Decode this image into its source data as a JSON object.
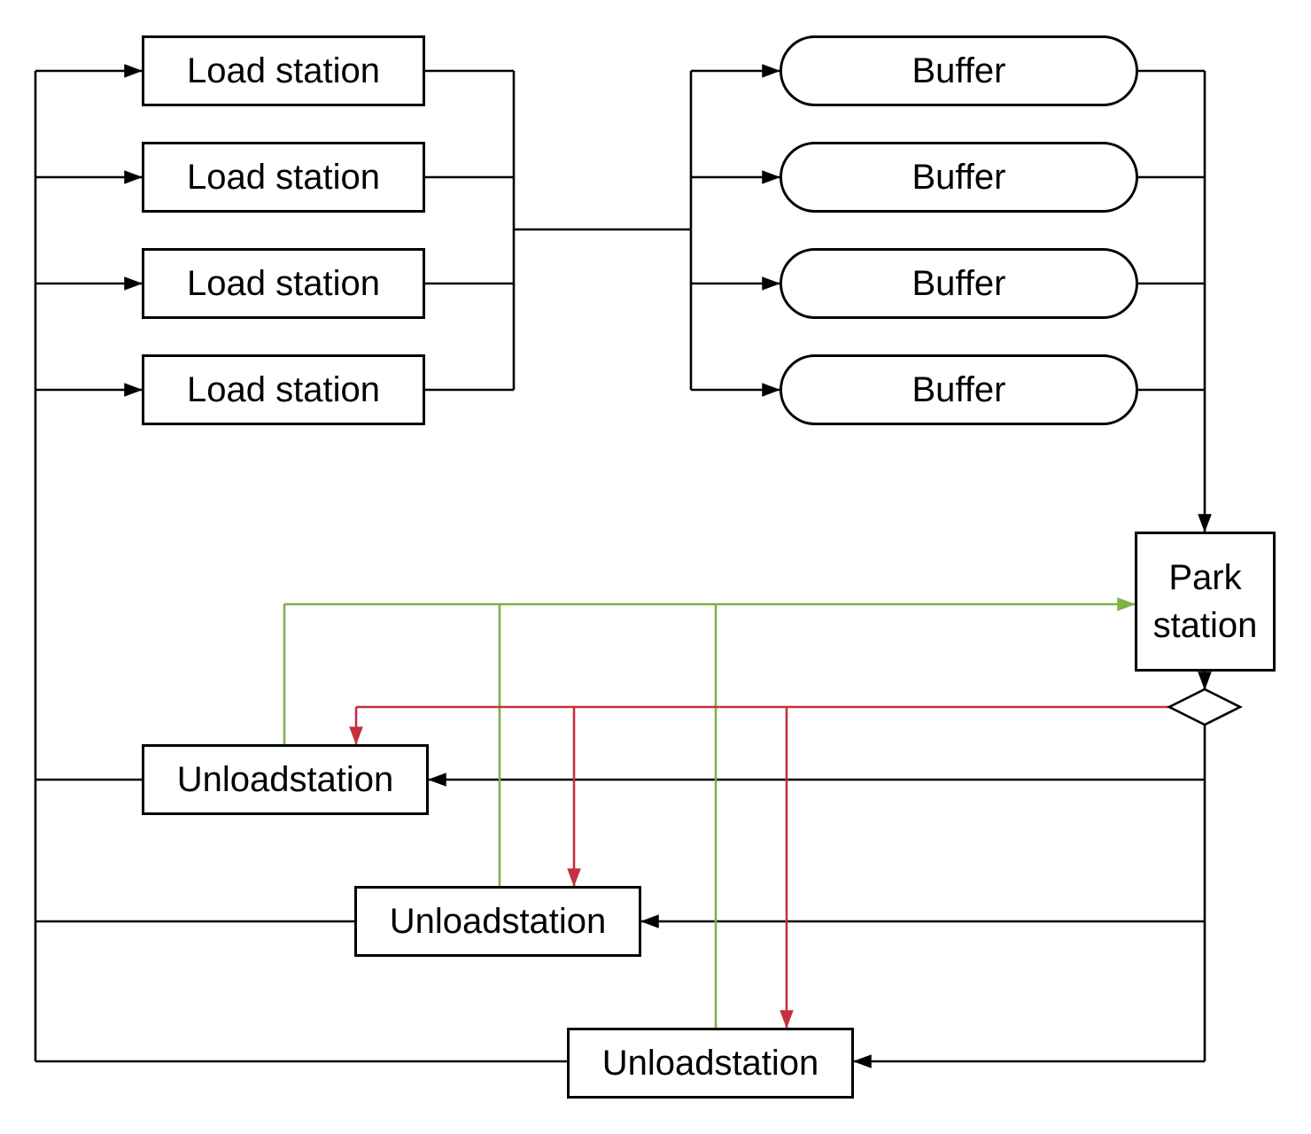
{
  "diagram": {
    "nodes": {
      "load1": {
        "label": "Load station"
      },
      "load2": {
        "label": "Load station"
      },
      "load3": {
        "label": "Load station"
      },
      "load4": {
        "label": "Load station"
      },
      "buffer1": {
        "label": "Buffer"
      },
      "buffer2": {
        "label": "Buffer"
      },
      "buffer3": {
        "label": "Buffer"
      },
      "buffer4": {
        "label": "Buffer"
      },
      "park": {
        "label": "Park station"
      },
      "unload1": {
        "label": "Unloadstation"
      },
      "unload2": {
        "label": "Unloadstation"
      },
      "unload3": {
        "label": "Unloadstation"
      }
    },
    "colors": {
      "line": "#000000",
      "green_flow": "#7cb347",
      "red_flow": "#c5303e",
      "node_fill": "#ffffff"
    },
    "edges": [
      {
        "id": "rail-left-return",
        "path": "Unloadstation (x3) -> left rail -> Load station (x4)",
        "color": "#000000",
        "arrow_into": "Load station"
      },
      {
        "id": "loads-to-buffers",
        "path": "Load station (x4) -> collector -> Buffer (x4)",
        "color": "#000000",
        "arrow_into": "Buffer"
      },
      {
        "id": "buffers-to-park",
        "path": "Buffer (x4) -> right rail -> Park station",
        "color": "#000000",
        "arrow_into": "Park station"
      },
      {
        "id": "park-to-decision",
        "path": "Park station -> decision diamond",
        "color": "#000000",
        "arrow_into": "decision diamond"
      },
      {
        "id": "decision-to-unloads",
        "path": "decision diamond -> Unloadstation (x3)",
        "color": "#000000",
        "arrow_into": "Unloadstation"
      },
      {
        "id": "unloads-to-park",
        "path": "Unloadstation (x3) -> Park station",
        "color": "#7cb347",
        "arrow_into": "Park station"
      },
      {
        "id": "decision-to-unloads-priority",
        "path": "decision diamond -> Unloadstation (x3)",
        "color": "#c5303e",
        "arrow_into": "Unloadstation"
      }
    ]
  }
}
